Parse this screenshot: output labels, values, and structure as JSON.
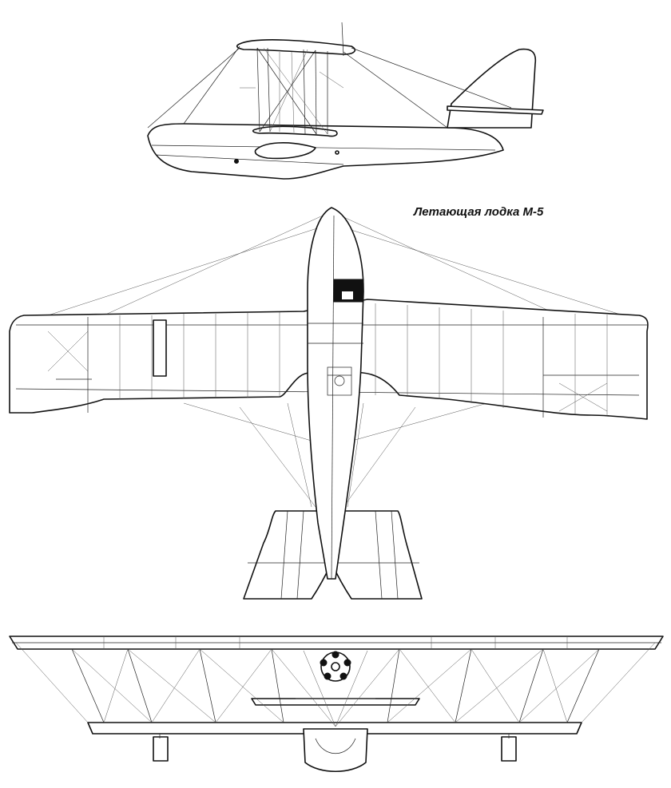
{
  "caption": "Летающая лодка М-5",
  "views": {
    "side": "side-view",
    "top": "top-view",
    "front": "front-view"
  }
}
